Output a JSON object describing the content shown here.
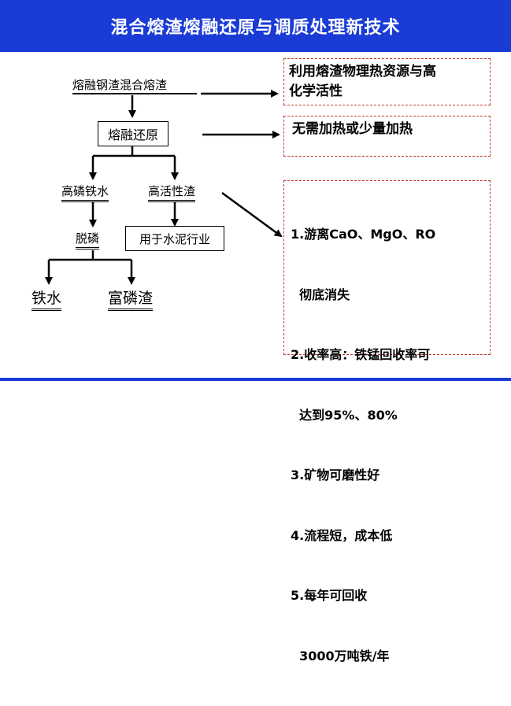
{
  "title": "混合熔渣熔融还原与调质处理新技术",
  "flow": {
    "source": "熔融钢渣混合熔渣",
    "reduction": "熔融还原",
    "branch_left": "高磷铁水",
    "branch_right": "高活性渣",
    "cement": "用于水泥行业",
    "dephos": "脱磷",
    "out_iron": "铁水",
    "out_slag": "富磷渣"
  },
  "notes": {
    "heat_resource": [
      "利用熔渣物理热资源与高",
      "化学活性"
    ],
    "no_heating": "无需加热或少量加热",
    "advantages": [
      "1.游离CaO、MgO、RO",
      "  彻底消失",
      "2.收率高：铁锰回收率可",
      "  达到95%、80%",
      "3.矿物可磨性好",
      "4.流程短，成本低",
      "5.每年可回收",
      "  3000万吨铁/年"
    ]
  },
  "colors": {
    "title_bar": "#1a3bd6",
    "note_border": "#c0392b"
  }
}
